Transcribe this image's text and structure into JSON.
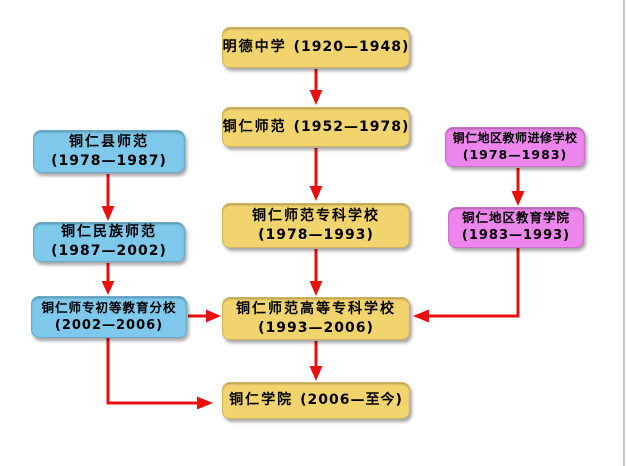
{
  "diagram_title": "",
  "colors": {
    "arrow": "#e8100c",
    "yellow": "#f2d46f",
    "blue": "#7dc8eb",
    "pink": "#ec85ec",
    "text": "#000000",
    "border_line": "#c9c9c9",
    "background": "#ffffff"
  },
  "nodes": [
    {
      "id": "mingde-zhongxue",
      "name": "明德中学",
      "dates": "(1920—1948)",
      "color": "yellow"
    },
    {
      "id": "tongren-shifan",
      "name": "铜仁师范",
      "dates": "(1952—1978)",
      "color": "yellow"
    },
    {
      "id": "tongren-shifan-zhuanke",
      "name": "铜仁师范专科学校",
      "dates": "(1978—1993)",
      "color": "yellow"
    },
    {
      "id": "tongren-shifan-gaodeng-zhuanke",
      "name": "铜仁师范高等专科学校",
      "dates": "(1993—2006)",
      "color": "yellow"
    },
    {
      "id": "tongren-xueyuan",
      "name": "铜仁学院",
      "dates": "(2006—至今)",
      "color": "yellow"
    },
    {
      "id": "tongren-xian-shifan",
      "name": "铜仁县师范",
      "dates": "(1978—1987)",
      "color": "blue"
    },
    {
      "id": "tongren-minzu-shifan",
      "name": "铜仁民族师范",
      "dates": "(1987—2002)",
      "color": "blue"
    },
    {
      "id": "tongren-shizhuan-chudeng-jiaoyu-fenxiao",
      "name": "铜仁师专初等教育分校",
      "dates": "(2002—2006)",
      "color": "blue"
    },
    {
      "id": "tongren-diqu-jiaoshi-jinxiu-xuexiao",
      "name": "铜仁地区教师进修学校",
      "dates": "(1978—1983)",
      "color": "pink"
    },
    {
      "id": "tongren-diqu-jiaoyu-xueyuan",
      "name": "铜仁地区教育学院",
      "dates": "(1983—1993)",
      "color": "pink"
    }
  ],
  "edges": [
    {
      "from": "mingde-zhongxue",
      "to": "tongren-shifan"
    },
    {
      "from": "tongren-shifan",
      "to": "tongren-shifan-zhuanke"
    },
    {
      "from": "tongren-shifan-zhuanke",
      "to": "tongren-shifan-gaodeng-zhuanke"
    },
    {
      "from": "tongren-shifan-gaodeng-zhuanke",
      "to": "tongren-xueyuan"
    },
    {
      "from": "tongren-xian-shifan",
      "to": "tongren-minzu-shifan"
    },
    {
      "from": "tongren-minzu-shifan",
      "to": "tongren-shizhuan-chudeng-jiaoyu-fenxiao"
    },
    {
      "from": "tongren-shizhuan-chudeng-jiaoyu-fenxiao",
      "to": "tongren-shifan-gaodeng-zhuanke"
    },
    {
      "from": "tongren-shizhuan-chudeng-jiaoyu-fenxiao",
      "to": "tongren-xueyuan"
    },
    {
      "from": "tongren-diqu-jiaoshi-jinxiu-xuexiao",
      "to": "tongren-diqu-jiaoyu-xueyuan"
    },
    {
      "from": "tongren-diqu-jiaoyu-xueyuan",
      "to": "tongren-shifan-gaodeng-zhuanke"
    }
  ]
}
